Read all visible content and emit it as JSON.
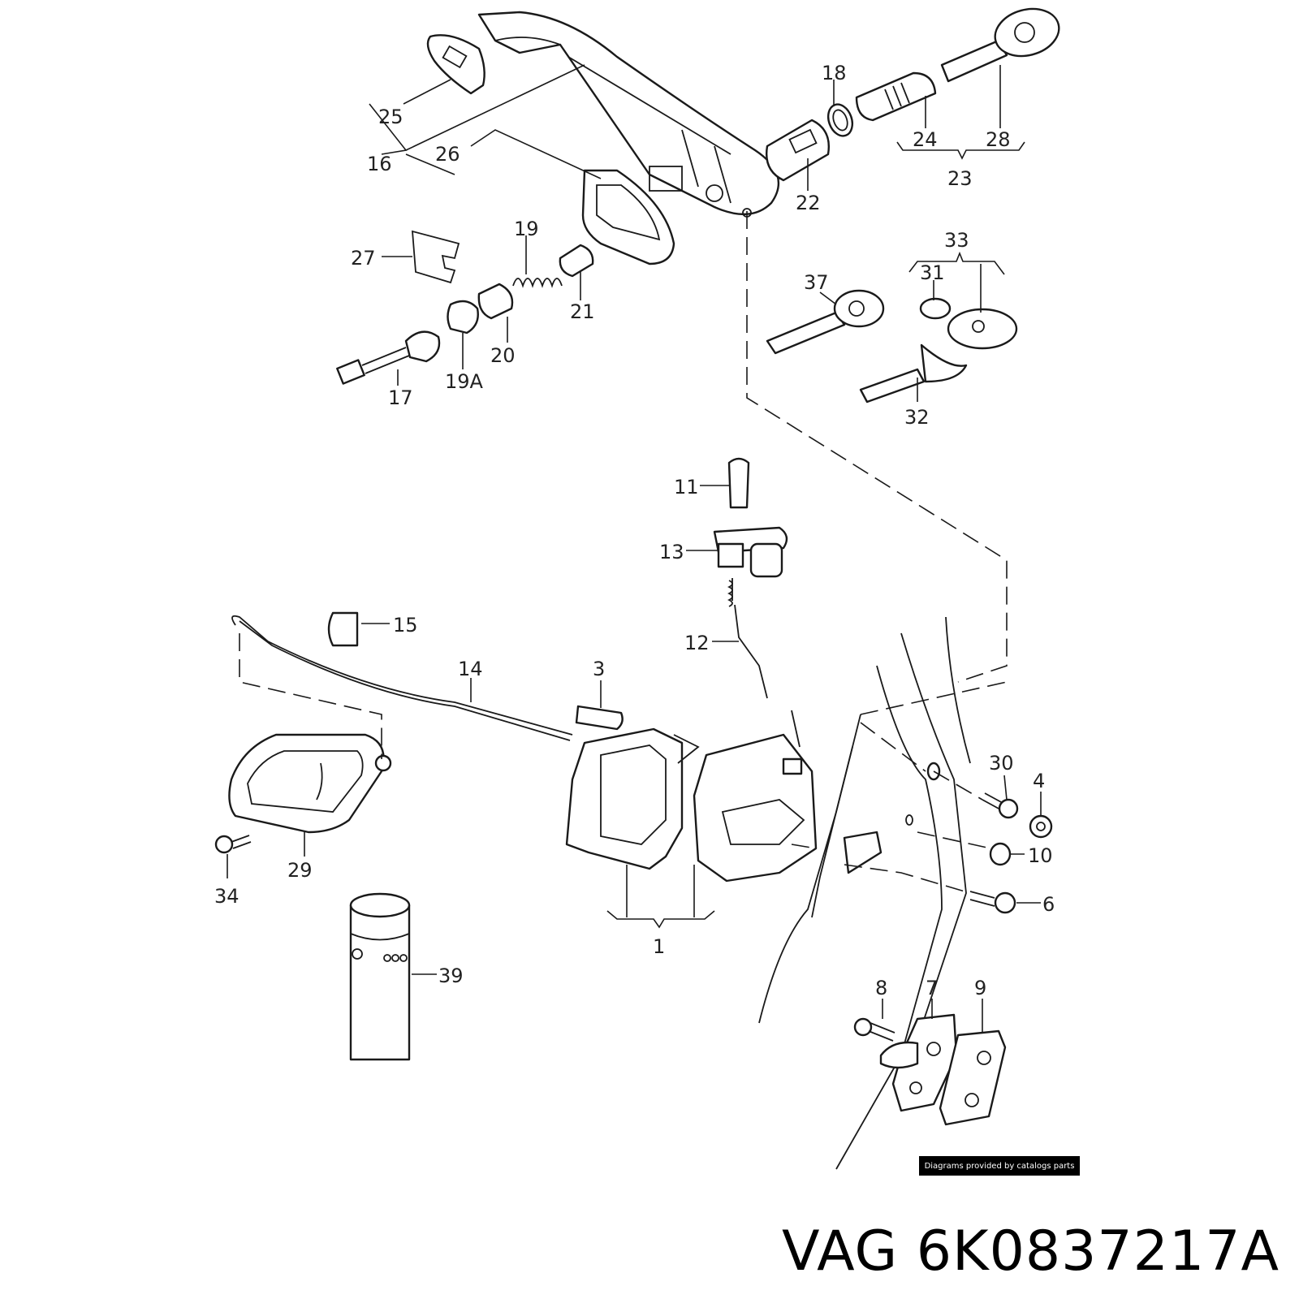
{
  "labels": {
    "l1": "1",
    "l3": "3",
    "l4": "4",
    "l6": "6",
    "l7": "7",
    "l8": "8",
    "l9": "9",
    "l10": "10",
    "l11": "11",
    "l12": "12",
    "l13": "13",
    "l14": "14",
    "l15": "15",
    "l16": "16",
    "l17": "17",
    "l18": "18",
    "l19": "19",
    "l19a": "19A",
    "l20": "20",
    "l21": "21",
    "l22": "22",
    "l23": "23",
    "l24": "24",
    "l25": "25",
    "l26": "26",
    "l27": "27",
    "l28": "28",
    "l29": "29",
    "l30": "30",
    "l31": "31",
    "l32": "32",
    "l33": "33",
    "l34": "34",
    "l37": "37",
    "l39": "39"
  },
  "credit": "Diagrams provided by catalogs parts",
  "part_number": "VAG 6K0837217A"
}
